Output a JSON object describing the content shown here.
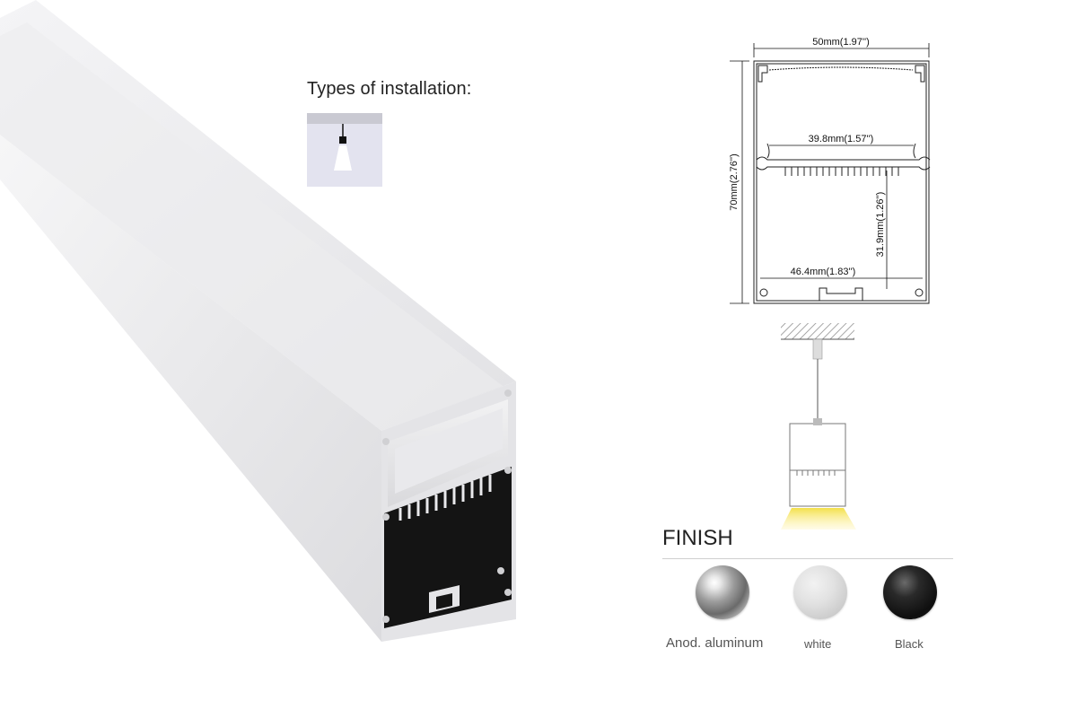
{
  "installation": {
    "title": "Types of installation:",
    "types": [
      {
        "icon": "pendant-mount-icon"
      }
    ]
  },
  "cross_section": {
    "width_label": "50mm(1.97'')",
    "height_label": "70mm(2.76'')",
    "inner_width_label": "39.8mm(1.57'')",
    "inner_height_label": "31.9mm(1.26'')",
    "bottom_width_label": "46.4mm(1.83'')"
  },
  "finish": {
    "title": "FINISH",
    "options": [
      {
        "label": "Anod. aluminum",
        "color": "#9c9c9c"
      },
      {
        "label": "white",
        "color": "#d9d9d9"
      },
      {
        "label": "Black",
        "color": "#111111"
      }
    ]
  },
  "colors": {
    "led_glow": "#f3e04a",
    "profile_aluminum": "#e8e8ea",
    "diffuser": "#f0f0f2"
  }
}
